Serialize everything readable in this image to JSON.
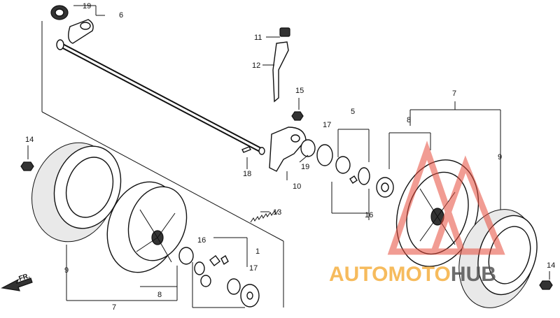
{
  "callouts": {
    "c19a": "19",
    "c6": "6",
    "c11": "11",
    "c12": "12",
    "c15": "15",
    "c7a": "7",
    "c8a": "8",
    "c9a": "9",
    "c5": "5",
    "c17a": "17",
    "c14a": "14",
    "c18": "18",
    "c19b": "19",
    "c10": "10",
    "c16a": "16",
    "c13": "13",
    "c16b": "16",
    "c1": "1",
    "c17b": "17",
    "c9b": "9",
    "c8b": "8",
    "c7b": "7",
    "c14b": "14"
  },
  "direction_label": "FR.",
  "watermark": {
    "word_part1": "AUTOMOTO",
    "word_part2": "HUB",
    "color_part1": "#f5b041",
    "color_part2": "#555555",
    "logo_color": "#e74c3c"
  }
}
